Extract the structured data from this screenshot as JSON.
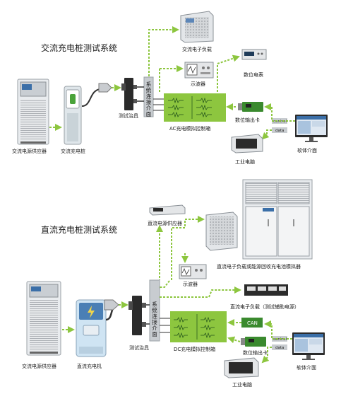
{
  "ac": {
    "title": "交流充电桩测试系统",
    "power_supply": "交流电源供应器",
    "charger": "交流充电桩",
    "fixture": "测试治具",
    "interface_box": "系统连接介面",
    "electronic_load": "交流电子负载",
    "oscilloscope": "示波器",
    "multimeter": "数位电表",
    "control_box": "AC充电模拟控制箱",
    "dio_card": "数位输出卡",
    "pc": "工业电脑",
    "software": "软体介面",
    "control_tag": "control",
    "data_tag": "data"
  },
  "dc": {
    "title": "直流充电桩测试系统",
    "power_supply": "交流电源供应器",
    "charger": "直流充电机",
    "fixture": "测试治具",
    "interface_box": "系统连接介面",
    "dc_supply": "直流电源供应器",
    "regen_load": "直流电子负载或能源回收充电池模拟器",
    "oscilloscope": "示波器",
    "aux_load": "直流电子负载（测试辅助电源）",
    "control_box": "DC充电模拟控制箱",
    "can": "CAN",
    "dio_card": "数位输出卡",
    "pc": "工业电脑",
    "software": "软体介面",
    "control_tag": "control",
    "data_tag": "data"
  },
  "colors": {
    "green": "#8dc63f",
    "dark_green": "#3a8a2e",
    "gray_panel": "#c8ccd0",
    "fixture_black": "#2b2b2b",
    "charger_blue": "#cfe4f3"
  }
}
